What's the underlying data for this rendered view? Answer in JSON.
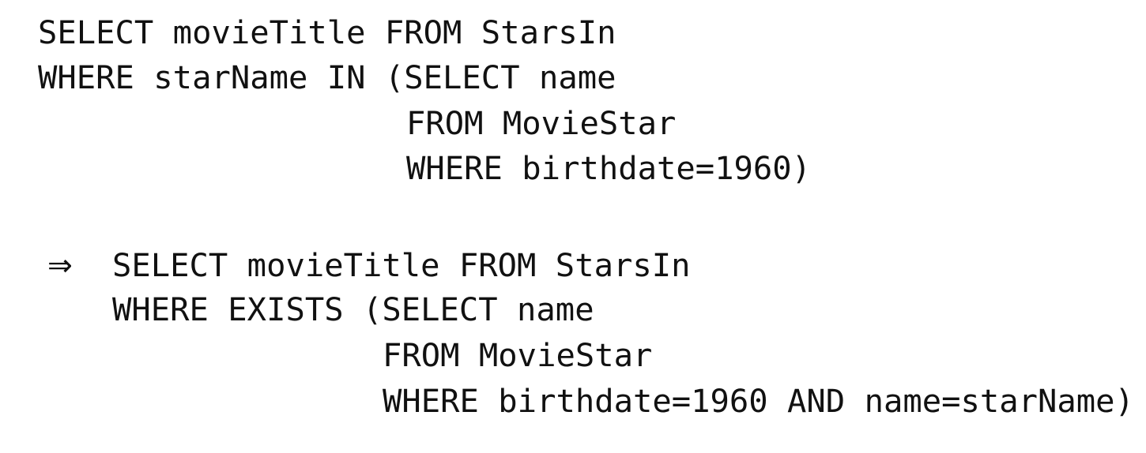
{
  "query_original": {
    "lines": [
      "SELECT movieTitle FROM StarsIn",
      "WHERE starName IN (SELECT name",
      "FROM MovieStar",
      "WHERE birthdate=1960)"
    ]
  },
  "transformation_arrow": "⇒",
  "query_rewritten": {
    "lines": [
      "SELECT movieTitle FROM StarsIn",
      "WHERE EXISTS (SELECT name",
      "FROM MovieStar",
      "WHERE birthdate=1960 AND name=starName)"
    ]
  }
}
